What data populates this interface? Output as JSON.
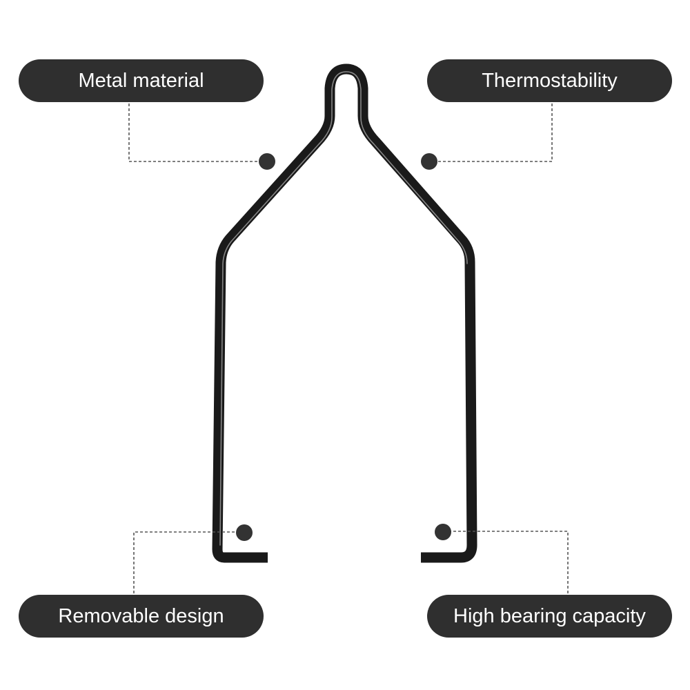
{
  "features": {
    "top_left": "Metal material",
    "top_right": "Thermostability",
    "bottom_left": "Removable design",
    "bottom_right": "High bearing capacity"
  },
  "product": {
    "name": "wire-bracket",
    "wire_color": "#1a1a1a",
    "highlight_color": "#9a9a9a"
  },
  "colors": {
    "pill_background": "#2f2f2f",
    "pill_text": "#ffffff",
    "marker_dot": "#333333",
    "leader_line": "#555555",
    "page_background": "#ffffff"
  }
}
